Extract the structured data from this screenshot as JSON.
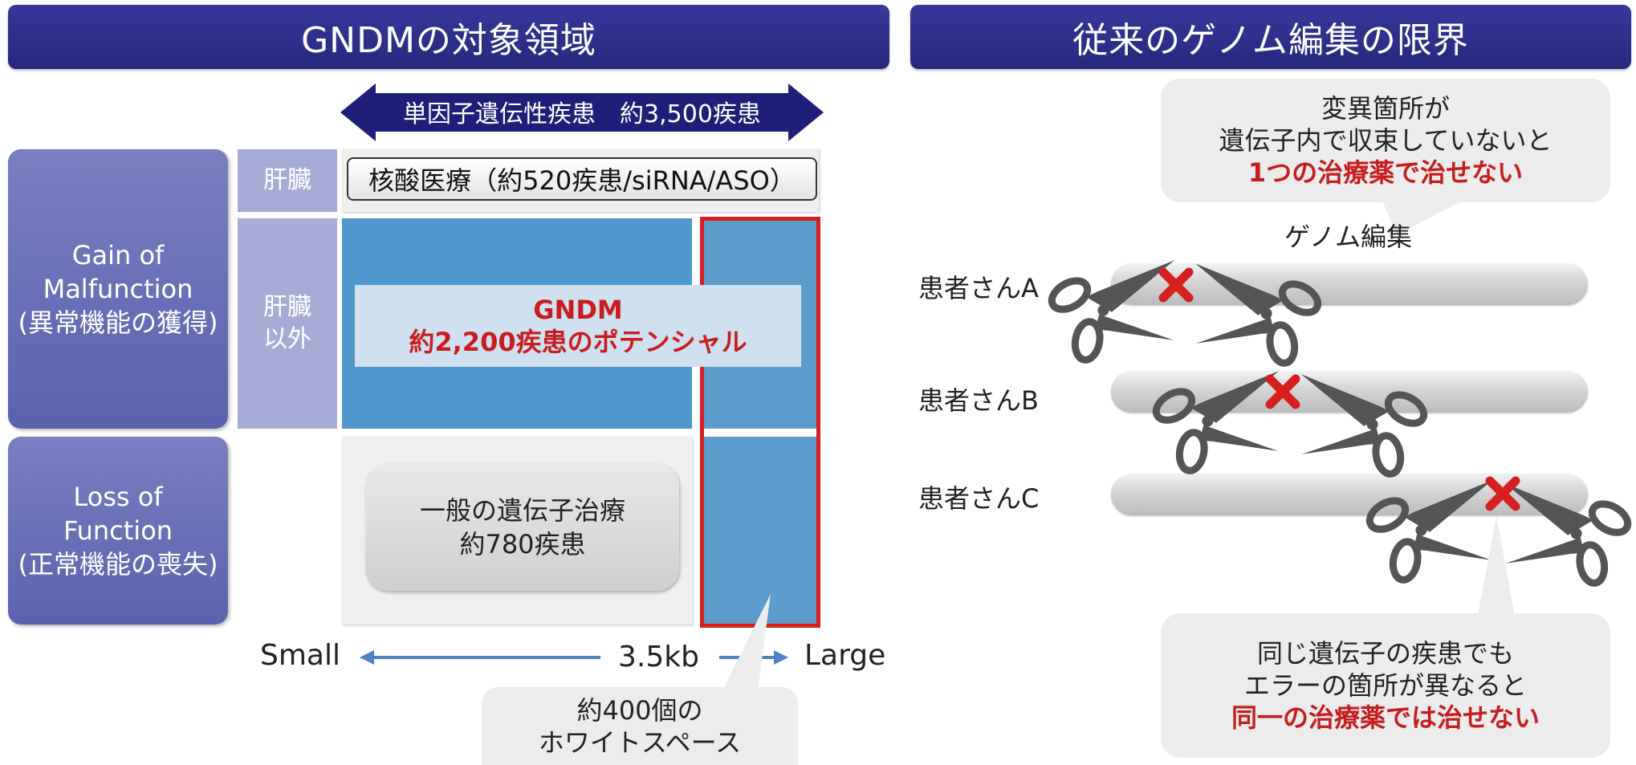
{
  "left": {
    "header": "GNDMの対象領域",
    "arrow_label": "単因子遺伝性疾患　約3,500疾患",
    "rows": {
      "gain_label_lines": [
        "Gain of",
        "Malfunction",
        "(異常機能の獲得)"
      ],
      "loss_label_lines": [
        "Loss of",
        "Function",
        "(正常機能の喪失)"
      ]
    },
    "organs": {
      "liver": "肝臓",
      "non_liver_lines": [
        "肝臓",
        "以外"
      ]
    },
    "nucleic_acid": "核酸医療（約520疾患/siRNA/ASO）",
    "gndm_lines": [
      "GNDM",
      "約2,200疾患のポテンシャル"
    ],
    "gene_therapy_lines": [
      "一般の遺伝子治療",
      "約780疾患"
    ],
    "axis": {
      "small": "Small",
      "mid": "3.5kb",
      "large": "Large"
    },
    "whitespace_callout_lines": [
      "約400個の",
      "ホワイトスペース"
    ]
  },
  "right": {
    "header": "従来のゲノム編集の限界",
    "top_callout": {
      "lines": [
        "変異箇所が",
        "遺伝子内で収束していないと"
      ],
      "emphasis": "1つの治療薬で治せない"
    },
    "genome_editing_label": "ゲノム編集",
    "patients": [
      "患者さんA",
      "患者さんB",
      "患者さんC"
    ],
    "bottom_callout": {
      "lines": [
        "同じ遺伝子の疾患でも",
        "エラーの箇所が異なると"
      ],
      "emphasis": "同一の治療薬では治せない"
    }
  },
  "colors": {
    "header_navy": "#2b2d86",
    "row_label_purple": "#6a70b8",
    "organ_lavender": "#a7acd6",
    "cell_blue": "#4f97cc",
    "accent_red": "#d61f1f",
    "axis_arrow_blue": "#4d82c4"
  },
  "icons": [
    "scissors-icon",
    "cross-mark-icon",
    "double-arrow-icon"
  ]
}
